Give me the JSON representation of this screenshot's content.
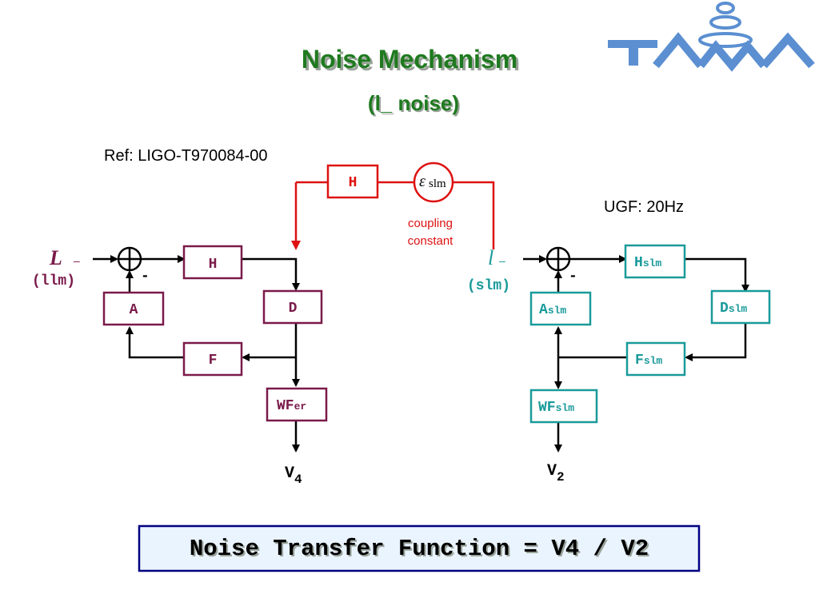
{
  "title": "Noise Mechanism",
  "subtitle": "(l_ noise)",
  "reference": "Ref: LIGO-T970084-00",
  "ugf": "UGF: 20Hz",
  "coupling": {
    "block": "H",
    "epsilon_symbol": "ε",
    "epsilon_sub": "slm",
    "line1": "coupling",
    "line2": "constant"
  },
  "left_loop": {
    "input_symbol": "L",
    "input_sub": "–",
    "input_label": "(llm)",
    "minus": "-",
    "blocks": {
      "H": "H",
      "D": "D",
      "A": "A",
      "F": "F",
      "WF": "WF",
      "WF_sub": "er"
    },
    "output": "V",
    "output_sub": "4"
  },
  "right_loop": {
    "input_symbol": "l",
    "input_sub": "–",
    "input_label": "(slm)",
    "minus": "-",
    "blocks": {
      "H": "H",
      "H_sub": "slm",
      "D": "D",
      "D_sub": "slm",
      "A": "A",
      "A_sub": "slm",
      "F": "F",
      "F_sub": "slm",
      "WF": "WF",
      "WF_sub": "slm"
    },
    "output": "V",
    "output_sub": "2"
  },
  "formula": "Noise Transfer Function = V4 / V2",
  "logo_text": "TAMA",
  "colors": {
    "title": "#1f7a1f",
    "left_blocks": "#7a1a4a",
    "right_blocks": "#1a9a9a",
    "coupling": "#dd1111",
    "formula_border": "#000080",
    "formula_bg": "#eaf4ff",
    "logo": "#5b8fd1"
  }
}
